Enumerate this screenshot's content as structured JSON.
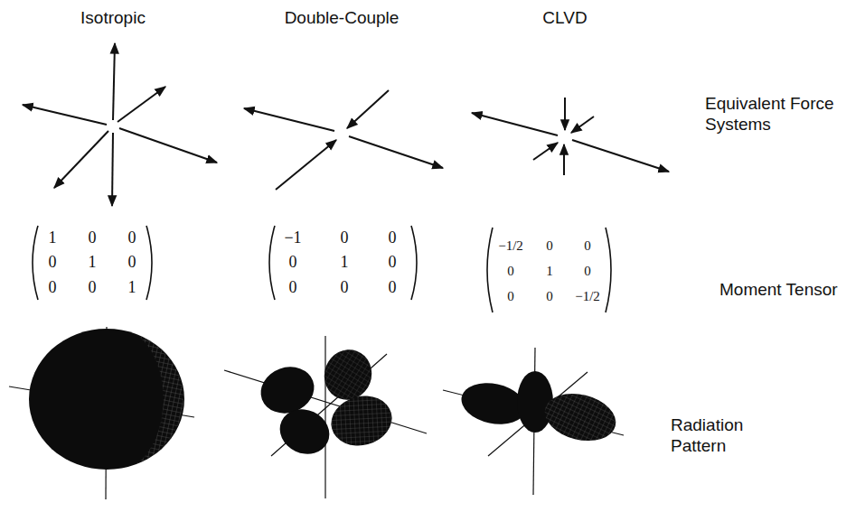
{
  "diagram": {
    "labels": [
      "Isotropic",
      "Double-Couple",
      "CLVD",
      "Equivalent Force Systems",
      "Moment Tensor",
      "Radiation Pattern",
      "1",
      "0",
      "0",
      "0",
      "1",
      "0",
      "0",
      "0",
      "1",
      "−1",
      "0",
      "0",
      "0",
      "1",
      "0",
      "0",
      "0",
      "0",
      "−1/2",
      "0",
      "0",
      "0",
      "1",
      "0",
      "0",
      "0",
      "−1/2"
    ]
  }
}
